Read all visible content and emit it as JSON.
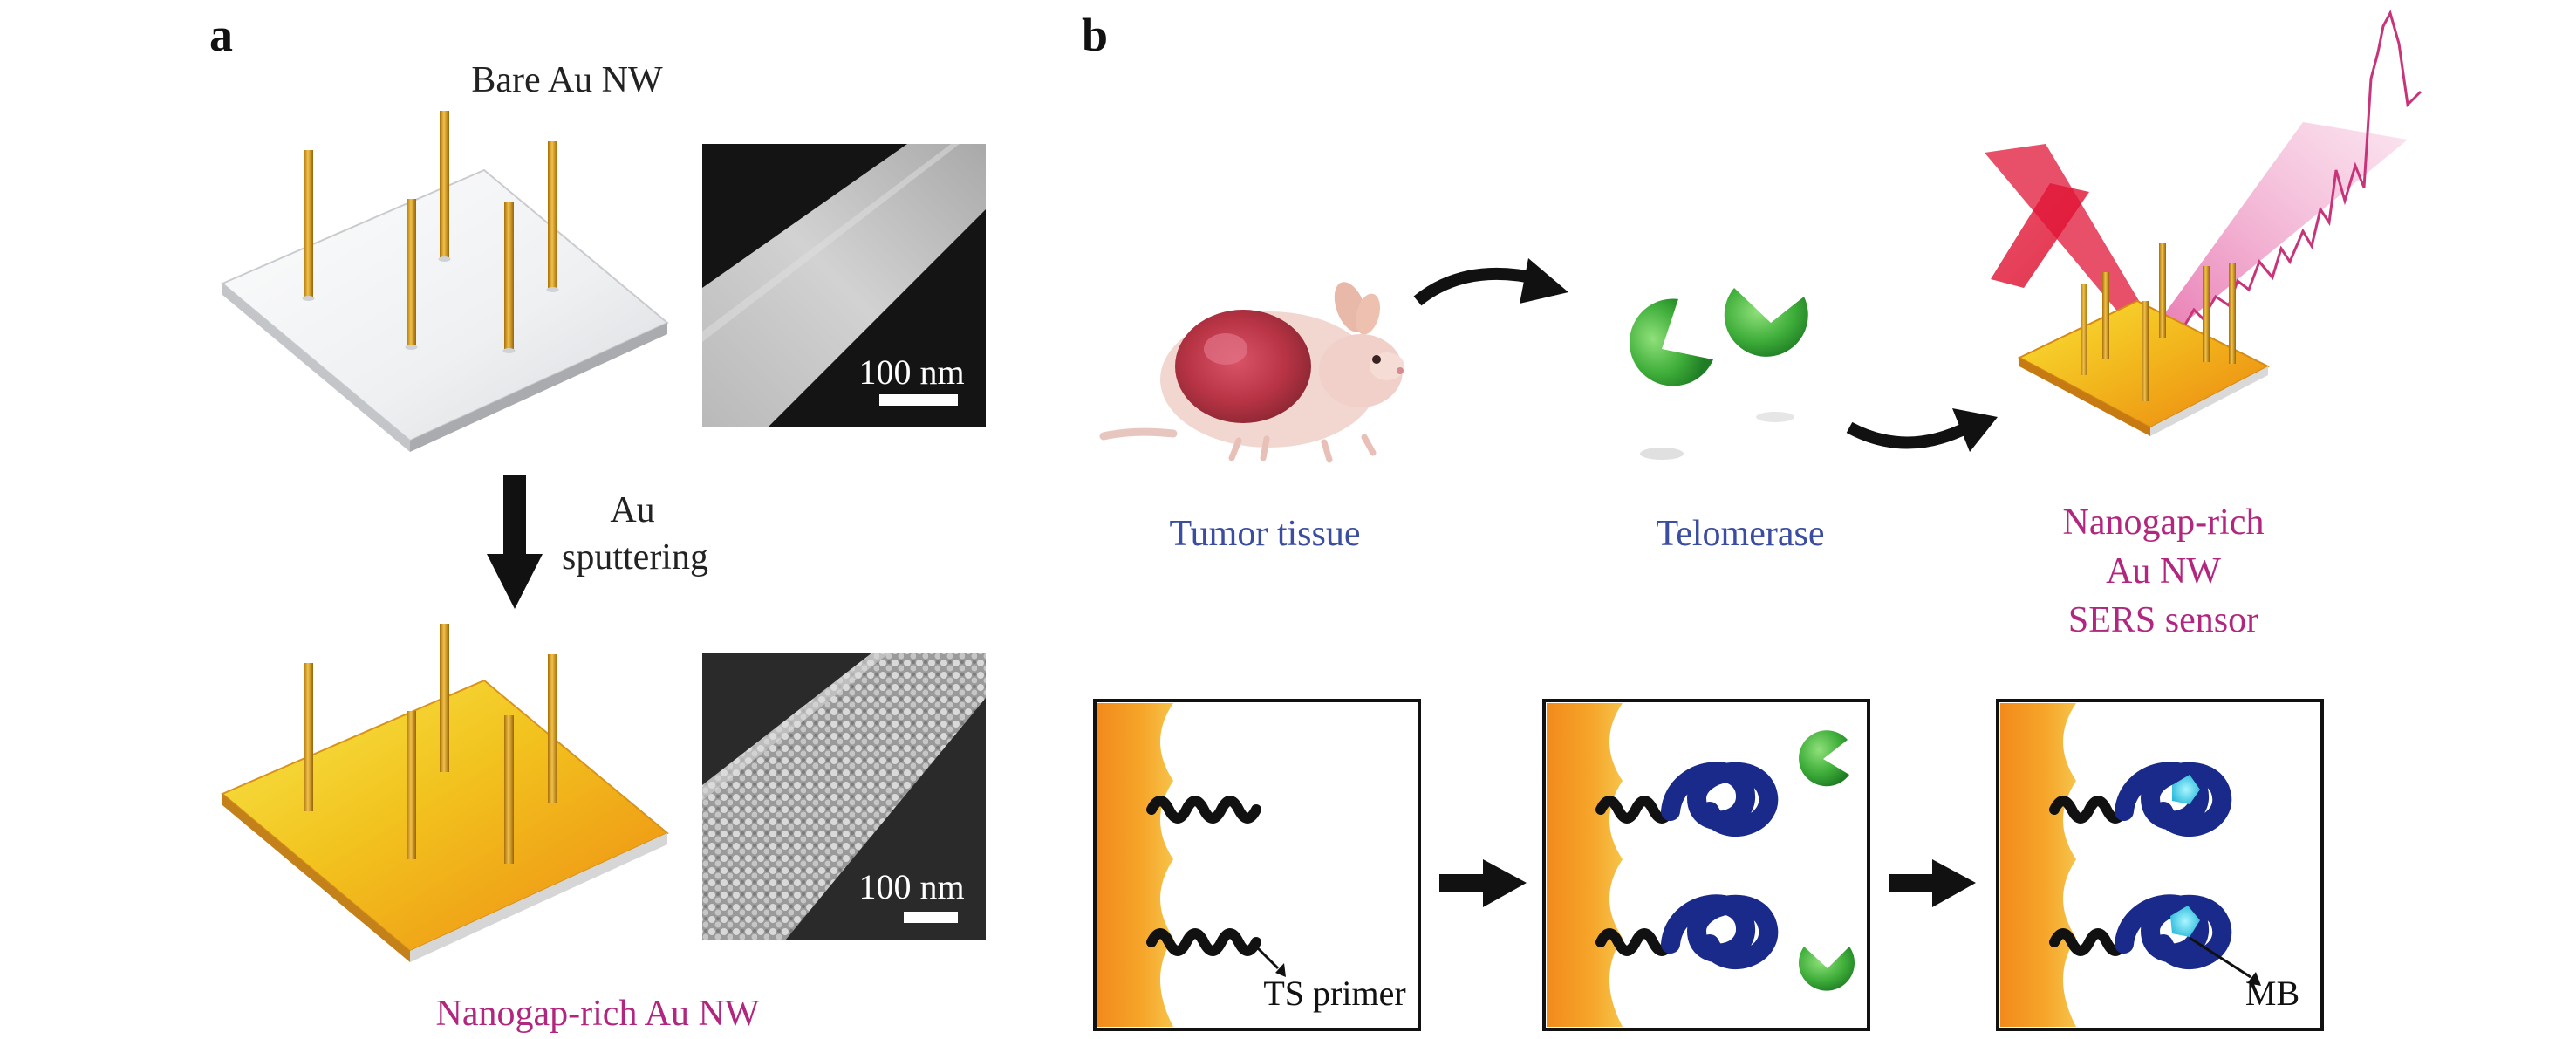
{
  "panel_a": {
    "label": "a",
    "bare_title": "Bare Au NW",
    "arrow_text": [
      "Au",
      "sputtering"
    ],
    "sem_top_scale": "100 nm",
    "sem_bottom_scale": "100 nm",
    "bottom_title": "Nanogap-rich Au NW"
  },
  "panel_b": {
    "label": "b",
    "tumor_label": "Tumor tissue",
    "telomerase_label": "Telomerase",
    "sensor_label": [
      "Nanogap-rich",
      "Au NW",
      "SERS sensor"
    ],
    "box1_label": "TS primer",
    "box3_label": "MB"
  },
  "colors": {
    "blue_label": "#3a4da0",
    "magenta_label": "#b1267e",
    "gold": "#e8a820",
    "green": "#37a935",
    "dna_blue": "#1a2a8a",
    "laser_red": "#e01030",
    "spectrum_pink": "#c8347a"
  }
}
